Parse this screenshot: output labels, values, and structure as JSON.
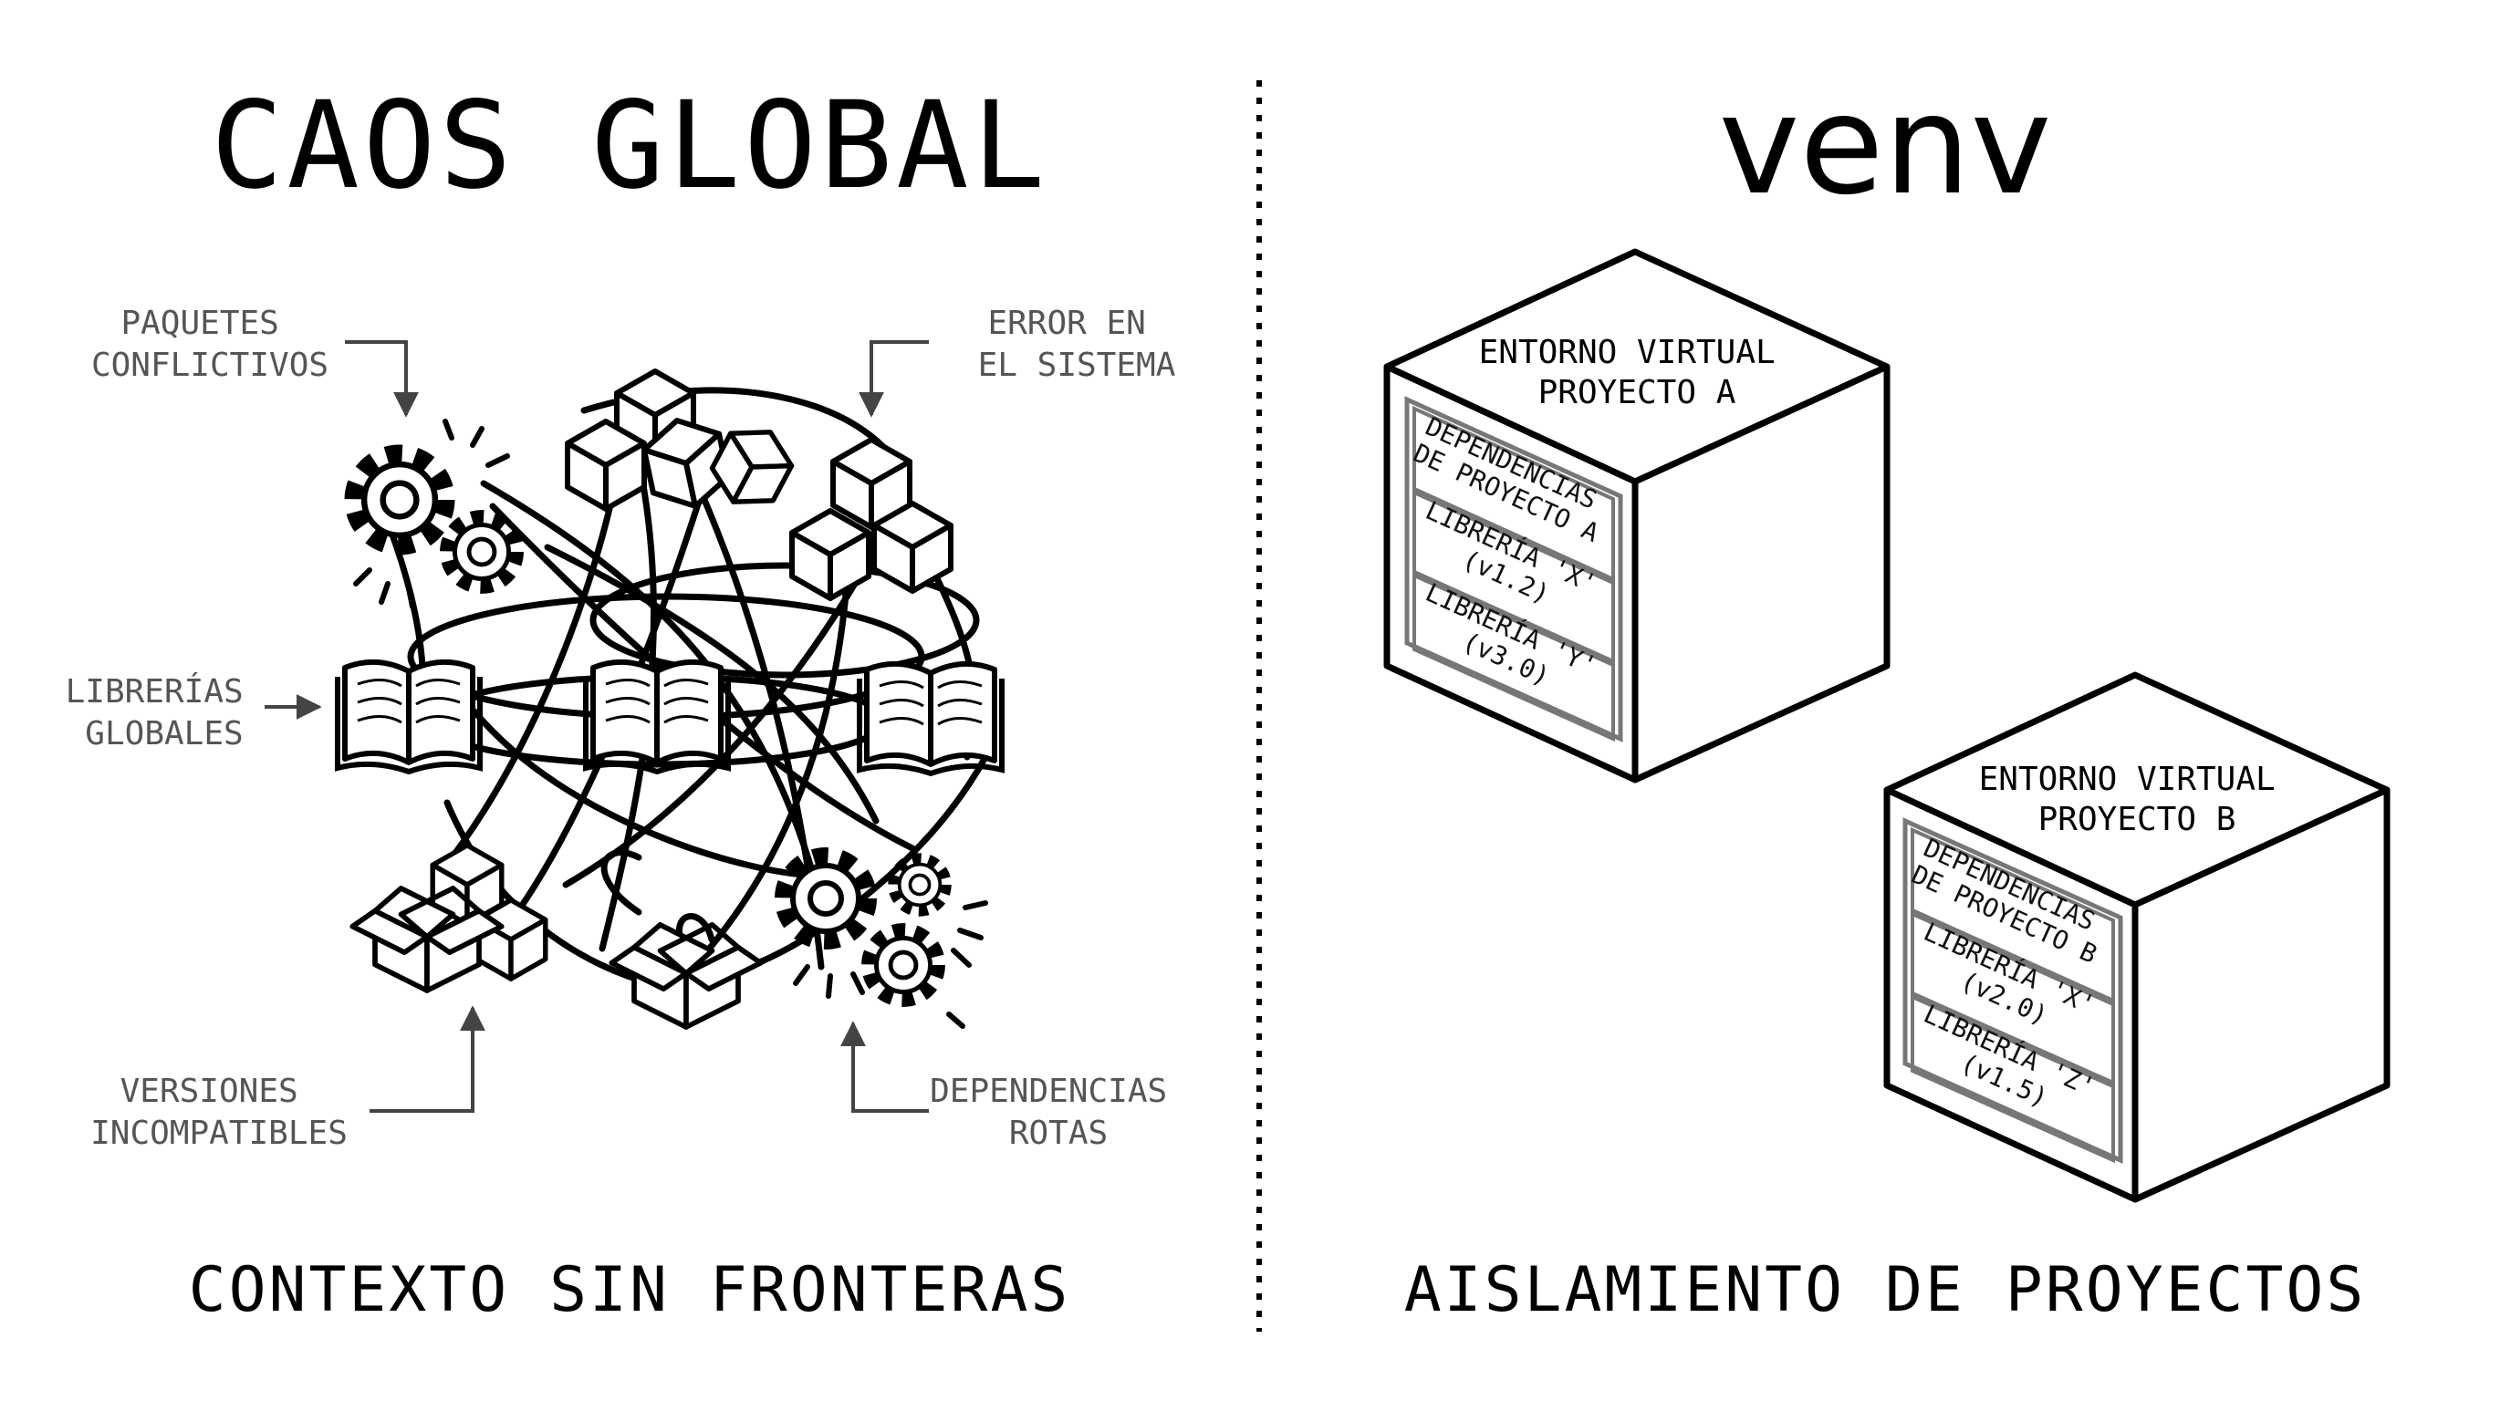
{
  "left": {
    "title": "CAOS GLOBAL",
    "caption": "CONTEXTO SIN FRONTERAS",
    "labels": {
      "paquetes": [
        "PAQUETES",
        "CONFLICTIVOS"
      ],
      "error": [
        "ERROR EN",
        "EL SISTEMA"
      ],
      "librerias": [
        "LIBRERÍAS",
        "GLOBALES"
      ],
      "versiones": [
        "VERSIONES",
        "INCOMPATIBLES"
      ],
      "dependencias": [
        "DEPENDENCIAS",
        "ROTAS"
      ]
    }
  },
  "right": {
    "title": "venv",
    "caption": "AISLAMIENTO DE PROYECTOS",
    "env_a": {
      "top": [
        "ENTORNO VIRTUAL",
        "PROYECTO A"
      ],
      "header": [
        "DEPENDENCIAS",
        "DE PROYECTO A"
      ],
      "lib1": [
        "LIBRERÍA 'X'",
        "(v1.2)"
      ],
      "lib2": [
        "LIBRERÍA 'Y'",
        "(v3.0)"
      ]
    },
    "env_b": {
      "top": [
        "ENTORNO VIRTUAL",
        "PROYECTO B"
      ],
      "header": [
        "DEPENDENCIAS",
        "DE PROYECTO B"
      ],
      "lib1": [
        "LIBRERÍA 'X'",
        "(v2.0)"
      ],
      "lib2": [
        "LIBRERÍA 'Z'",
        "(v1.5)"
      ]
    }
  },
  "colors": {
    "ink": "#000000",
    "label": "#555555",
    "panel_border": "#777777",
    "background": "#ffffff"
  },
  "icons": [
    "gear-icon",
    "cube-icon",
    "open-book-icon",
    "open-box-icon",
    "broken-cube-icon",
    "spark-lines-icon",
    "arrow-icon"
  ]
}
